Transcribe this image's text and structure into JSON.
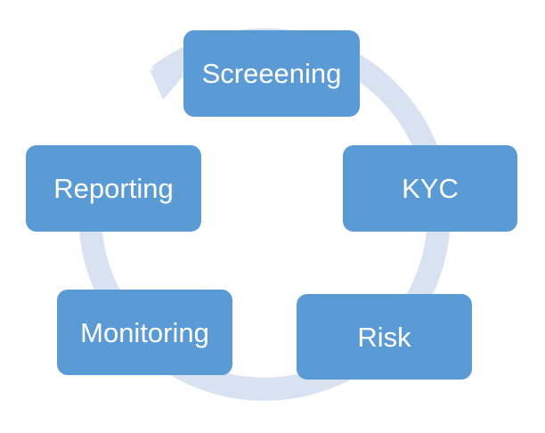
{
  "colors": {
    "box_fill": "#5b9bd5",
    "ring": "#d9e2f1",
    "text": "#ffffff"
  },
  "stages": [
    {
      "label": "Screeening"
    },
    {
      "label": "KYC"
    },
    {
      "label": "Risk"
    },
    {
      "label": "Monitoring"
    },
    {
      "label": "Reporting"
    }
  ]
}
